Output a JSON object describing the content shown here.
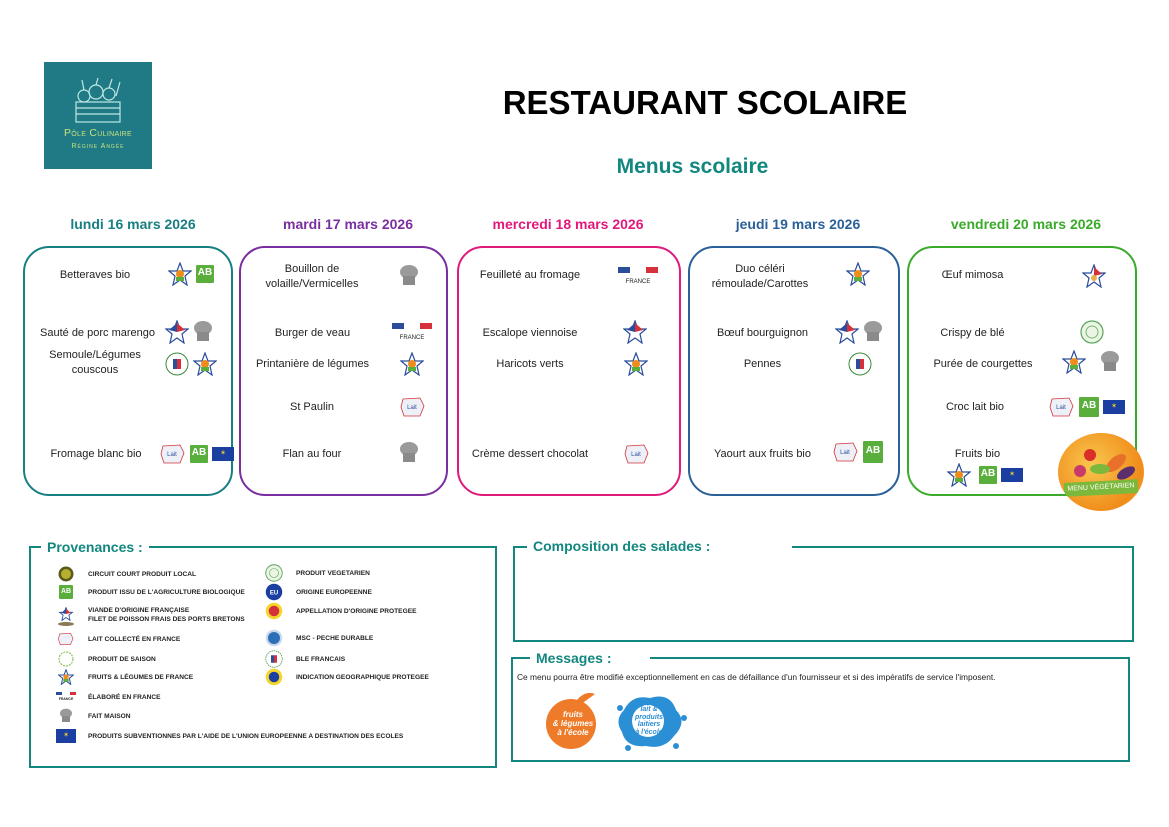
{
  "logo": {
    "line1": "Pôle Culinaire",
    "line2": "Régine Angée"
  },
  "header": {
    "title": "RESTAURANT SCOLAIRE",
    "subtitle": "Menus scolaire"
  },
  "colors": {
    "teal": "#12877f",
    "monday": "#177f82",
    "tuesday": "#7a2ea0",
    "wednesday": "#e0197a",
    "thursday": "#2a5f97",
    "friday": "#3aaa2a"
  },
  "days": [
    {
      "label": "lundi 16 mars 2026",
      "items": [
        {
          "name": "Betteraves bio",
          "icons": [
            "fruits-legumes-france-icon",
            "agriculture-bio-icon"
          ]
        },
        {
          "name": "Sauté de porc marengo",
          "icons": [
            "viande-francaise-icon",
            "fait-maison-icon"
          ]
        },
        {
          "name": "Semoule/Légumes couscous",
          "icons": [
            "ble-francais-icon",
            "fruits-legumes-france-icon"
          ]
        },
        {
          "name": "Fromage blanc bio",
          "icons": [
            "lait-france-icon",
            "agriculture-bio-icon",
            "eu-flag-icon"
          ]
        }
      ]
    },
    {
      "label": "mardi 17 mars 2026",
      "items": [
        {
          "name": "Bouillon de volaille/Vermicelles",
          "icons": [
            "fait-maison-icon"
          ]
        },
        {
          "name": "Burger de veau",
          "icons": [
            "elabore-en-france-icon"
          ]
        },
        {
          "name": "Printanière de légumes",
          "icons": [
            "fruits-legumes-france-icon"
          ]
        },
        {
          "name": "St Paulin",
          "icons": [
            "lait-france-icon"
          ]
        },
        {
          "name": "Flan au four",
          "icons": [
            "fait-maison-icon"
          ]
        }
      ]
    },
    {
      "label": "mercredi 18 mars 2026",
      "items": [
        {
          "name": "Feuilleté au fromage",
          "icons": [
            "elabore-en-france-icon"
          ]
        },
        {
          "name": "Escalope viennoise",
          "icons": [
            "viande-francaise-icon"
          ]
        },
        {
          "name": "Haricots verts",
          "icons": [
            "fruits-legumes-france-icon"
          ]
        },
        {
          "name": "Crème dessert chocolat",
          "icons": [
            "lait-france-icon"
          ]
        }
      ]
    },
    {
      "label": "jeudi 19 mars 2026",
      "items": [
        {
          "name": "Duo céléri rémoulade/Carottes",
          "icons": [
            "fruits-legumes-france-icon"
          ]
        },
        {
          "name": "Bœuf bourguignon",
          "icons": [
            "viande-francaise-icon",
            "fait-maison-icon"
          ]
        },
        {
          "name": "Pennes",
          "icons": [
            "ble-francais-icon"
          ]
        },
        {
          "name": "Yaourt aux fruits bio",
          "icons": [
            "lait-france-icon",
            "agriculture-bio-icon"
          ]
        }
      ]
    },
    {
      "label": "vendredi 20 mars 2026",
      "items": [
        {
          "name": "Œuf mimosa",
          "icons": [
            "oeufs-france-icon"
          ]
        },
        {
          "name": "Crispy de blé",
          "icons": [
            "produit-vegetarien-icon"
          ]
        },
        {
          "name": "Purée de courgettes",
          "icons": [
            "fruits-legumes-france-icon",
            "fait-maison-icon"
          ]
        },
        {
          "name": "Croc lait bio",
          "icons": [
            "lait-france-icon",
            "agriculture-bio-icon",
            "eu-flag-icon"
          ]
        },
        {
          "name": "Fruits bio",
          "icons": [
            "fruits-legumes-france-icon",
            "agriculture-bio-icon",
            "eu-flag-icon"
          ]
        }
      ],
      "badge": "MENU VÉGÉTARIEN"
    }
  ],
  "provenances": {
    "title": "Provenances :",
    "left": [
      {
        "icon": "circuit-court-icon",
        "text": "CIRCUIT COURT PRODUIT LOCAL"
      },
      {
        "icon": "agriculture-bio-icon",
        "text": "PRODUIT ISSU DE L'AGRICULTURE BIOLOGIQUE"
      },
      {
        "icon": "viande-francaise-icon",
        "text": "VIANDE D'ORIGINE FRANÇAISE",
        "text2": "FILET DE POISSON FRAIS DES PORTS BRETONS"
      },
      {
        "icon": "lait-france-icon",
        "text": "LAIT COLLECTÉ EN FRANCE"
      },
      {
        "icon": "produit-saison-icon",
        "text": "PRODUIT DE SAISON"
      },
      {
        "icon": "fruits-legumes-france-icon",
        "text": "FRUITS & LÉGUMES DE FRANCE"
      },
      {
        "icon": "elabore-en-france-icon",
        "text": "ÉLABORÉ EN FRANCE"
      },
      {
        "icon": "fait-maison-icon",
        "text": "FAIT MAISON"
      },
      {
        "icon": "eu-flag-icon",
        "text": "PRODUITS SUBVENTIONNES PAR L'AIDE DE L'UNION EUROPEENNE A DESTINATION DES ECOLES"
      }
    ],
    "right": [
      {
        "icon": "produit-vegetarien-icon",
        "text": "PRODUIT VEGETARIEN"
      },
      {
        "icon": "origine-europeenne-icon",
        "text": "ORIGINE EUROPEENNE"
      },
      {
        "icon": "aop-icon",
        "text": "APPELLATION D'ORIGINE PROTEGEE"
      },
      {
        "icon": "msc-icon",
        "text": "MSC - PECHE DURABLE"
      },
      {
        "icon": "ble-francais-icon",
        "text": "BLE FRANCAIS"
      },
      {
        "icon": "igp-icon",
        "text": "INDICATION GEOGRAPHIQUE PROTEGEE"
      }
    ]
  },
  "salades": {
    "title": "Composition des salades :"
  },
  "messages": {
    "title": "Messages :",
    "text": "Ce menu pourra être modifié exceptionnellement en cas de défaillance d'un fournisseur et si des impératifs de service l'imposent.",
    "logo1": {
      "line1": "fruits",
      "line2": "& légumes",
      "line3": "à l'école"
    },
    "logo2": {
      "line1": "lait &",
      "line2": "produits",
      "line3": "laitiers",
      "line4": "à l'école"
    }
  }
}
